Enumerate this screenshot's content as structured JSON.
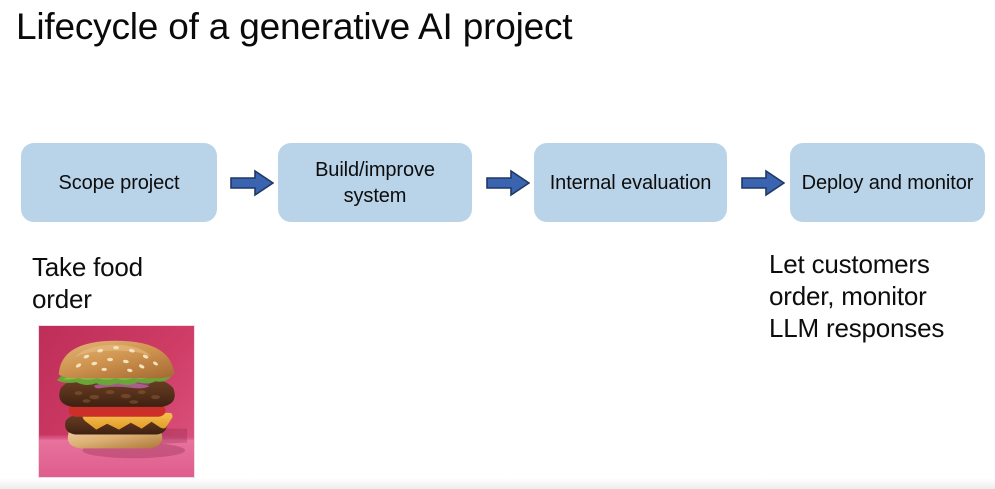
{
  "slide": {
    "title": "Lifecycle of a generative AI project",
    "background_color": "#ffffff"
  },
  "flow": {
    "box_fill_color": "#b9d3e9",
    "arrow_fill_color": "#3a64b0",
    "arrow_stroke_color": "#1f3864",
    "steps": [
      {
        "id": "scope-project",
        "label": "Scope project"
      },
      {
        "id": "build-improve",
        "label": "Build/improve\nsystem"
      },
      {
        "id": "internal-eval",
        "label": "Internal\nevaluation"
      },
      {
        "id": "deploy-monitor",
        "label": "Deploy and\nmonitor"
      }
    ],
    "arrows": [
      {
        "id": "arrow-scope-to-build",
        "glyph": "right-arrow"
      },
      {
        "id": "arrow-build-to-evaluation",
        "glyph": "right-arrow"
      },
      {
        "id": "arrow-evaluation-to-deploy",
        "glyph": "right-arrow"
      }
    ]
  },
  "annotations": {
    "left_caption": "Take food\norder",
    "right_caption": "Let customers\norder, monitor\nLLM responses"
  },
  "media": {
    "burger_photo": {
      "name": "burger-photograph",
      "alt": "Double cheeseburger with lettuce, tomato and onion on a pink background",
      "wall_color": "#c5325c",
      "table_color": "#e8749e",
      "bun_color": "#d79a52",
      "patty_color": "#5a3520",
      "cheese_color": "#f0ad3a",
      "lettuce_color": "#6aa539",
      "tomato_color": "#cc2f2a",
      "onion_color": "#8e3f6e"
    }
  }
}
